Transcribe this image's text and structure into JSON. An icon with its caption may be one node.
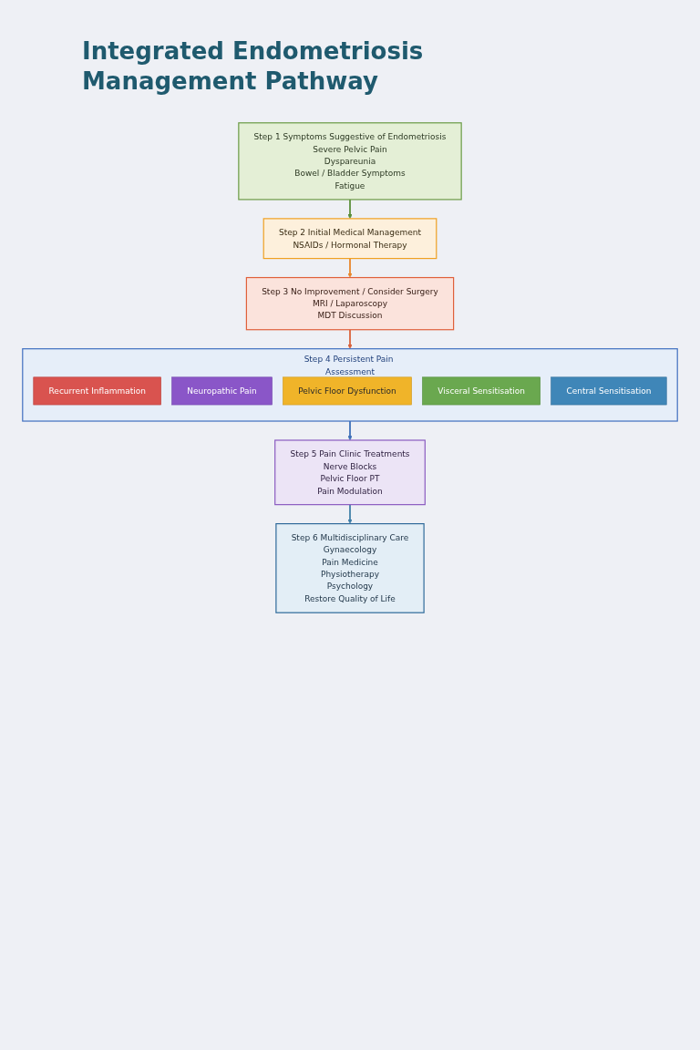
{
  "diagram": {
    "title": "Integrated Endometriosis Management Pathway",
    "nodes": [
      {
        "text": [
          "Step 1 Symptoms Suggestive of Endometriosis",
          "Severe Pelvic Pain",
          "Dyspareunia",
          "Bowel / Bladder Symptoms",
          "Fatigue"
        ]
      },
      {
        "text": [
          "Step 2 Initial Medical Management",
          "NSAIDs / Hormonal Therapy"
        ]
      },
      {
        "text": [
          "Step 3 No Improvement / Consider Surgery",
          "MRI / Laparoscopy",
          "MDT Discussion"
        ]
      },
      {
        "text": [
          "Step 4 Persistent Pain Assessment"
        ]
      },
      {
        "text": [
          "Recurrent Inflammation"
        ],
        "in": 3
      },
      {
        "text": [
          "Neuropathic Pain"
        ],
        "in": 3
      },
      {
        "text": [
          "Pelvic Floor Dysfunction"
        ],
        "in": 3
      },
      {
        "text": [
          "Visceral Sensitisation"
        ],
        "in": 3
      },
      {
        "text": [
          "Central Sensitisation"
        ],
        "in": 3
      },
      {
        "text": [
          "Step 5 Pain Clinic Treatments",
          "Nerve Blocks",
          "Pelvic Floor PT",
          "Pain Modulation"
        ]
      },
      {
        "text": [
          "Step 6 Multidisciplinary Care",
          "Gynaecology",
          "Pain Medicine",
          "Physiotherapy",
          "Psychology",
          "Restore Quality of Life"
        ]
      }
    ],
    "edges": [
      {
        "from": 0,
        "to": 1,
        "arrow": "to",
        "color": "#5a8f3c"
      },
      {
        "from": 1,
        "to": 2,
        "arrow": "to",
        "color": "#e8862a"
      },
      {
        "from": 2,
        "to": 3,
        "arrow": "to",
        "color": "#d9623a"
      },
      {
        "from": 3,
        "to": 9,
        "arrow": "to",
        "color": "#3d6fb8"
      },
      {
        "from": 9,
        "to": 10,
        "arrow": "to",
        "color": "#3f7fa8"
      }
    ]
  }
}
